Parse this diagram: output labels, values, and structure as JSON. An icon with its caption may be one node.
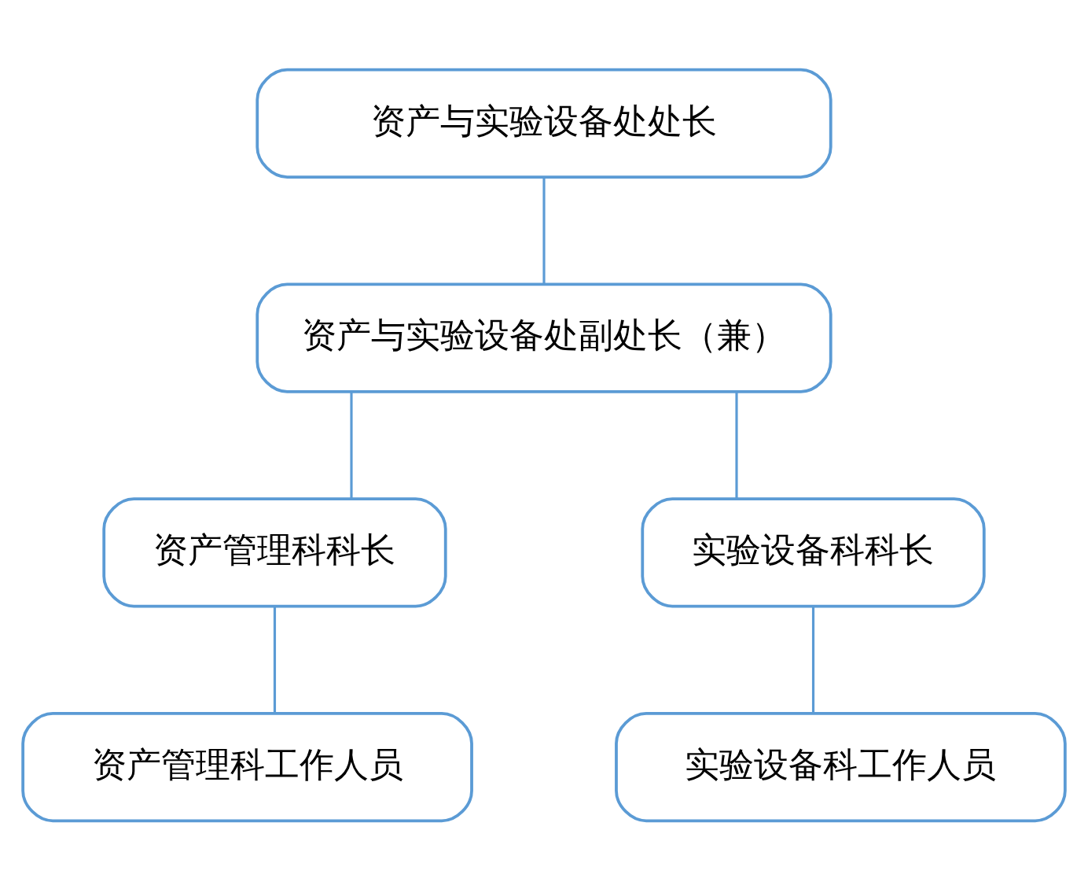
{
  "diagram": {
    "nodes": [
      {
        "text": [
          "资产与实验设备处处长"
        ]
      },
      {
        "text": [
          "资产与实验设备处副处长（兼）"
        ]
      },
      {
        "text": [
          "资产管理科科长"
        ]
      },
      {
        "text": [
          "实验设备科科长"
        ]
      },
      {
        "text": [
          "资产管理科工作人员"
        ]
      },
      {
        "text": [
          "实验设备科工作人员"
        ]
      }
    ],
    "edges": [
      {
        "from": 0,
        "to": 1,
        "arrow": "none"
      },
      {
        "from": 1,
        "to": 2,
        "arrow": "none"
      },
      {
        "from": 1,
        "to": 3,
        "arrow": "none"
      },
      {
        "from": 2,
        "to": 4,
        "arrow": "none"
      },
      {
        "from": 3,
        "to": 5,
        "arrow": "none"
      }
    ]
  }
}
